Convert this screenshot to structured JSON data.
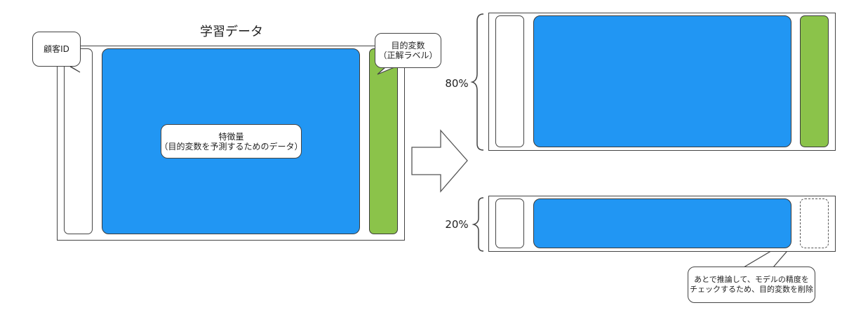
{
  "left": {
    "title": "学習データ",
    "customer_id_label": "顧客ID",
    "target_label_line1": "目的変数",
    "target_label_line2": "（正解ラベル）",
    "feature_label_line1": "特徴量",
    "feature_label_line2": "（目的変数を予測するためのデータ）"
  },
  "split_train": {
    "percent": "80%"
  },
  "split_test": {
    "percent": "20%"
  },
  "note": {
    "line1": "あとで推論して、モデルの精度を",
    "line2": "チェックするため、目的変数を削除"
  },
  "colors": {
    "feature": "#2196f3",
    "target": "#8bc34a",
    "border": "#444444"
  }
}
